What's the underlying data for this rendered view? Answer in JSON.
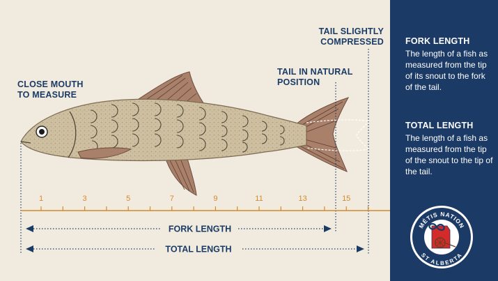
{
  "callouts": {
    "close_mouth": "CLOSE MOUTH\nTO MEASURE",
    "tail_natural": "TAIL IN NATURAL\nPOSITION",
    "tail_compressed": "TAIL SLIGHTLY\nCOMPRESSED"
  },
  "ruler": {
    "labels": [
      "1",
      "3",
      "5",
      "7",
      "9",
      "11",
      "13",
      "15"
    ],
    "tick_count": 16
  },
  "measurements": {
    "fork_length_label": "FORK LENGTH",
    "total_length_label": "TOTAL LENGTH"
  },
  "panel": {
    "fork_title": "FORK LENGTH",
    "fork_text": "The length of a fish as measured from the tip of its snout to the fork of the tail.",
    "total_title": "TOTAL LENGTH",
    "total_text": "The length of a fish as measured from the tip of the snout to the tip of the tail."
  },
  "logo": {
    "top_text": "MÉTIS NATION",
    "bottom_text": "ST ALBERTA"
  },
  "colors": {
    "navy": "#1b3a66",
    "paper": "#f1ebdf",
    "ruler": "#d18a2c",
    "fish_body": "#cfc3a4",
    "fin": "#9a6f58"
  }
}
